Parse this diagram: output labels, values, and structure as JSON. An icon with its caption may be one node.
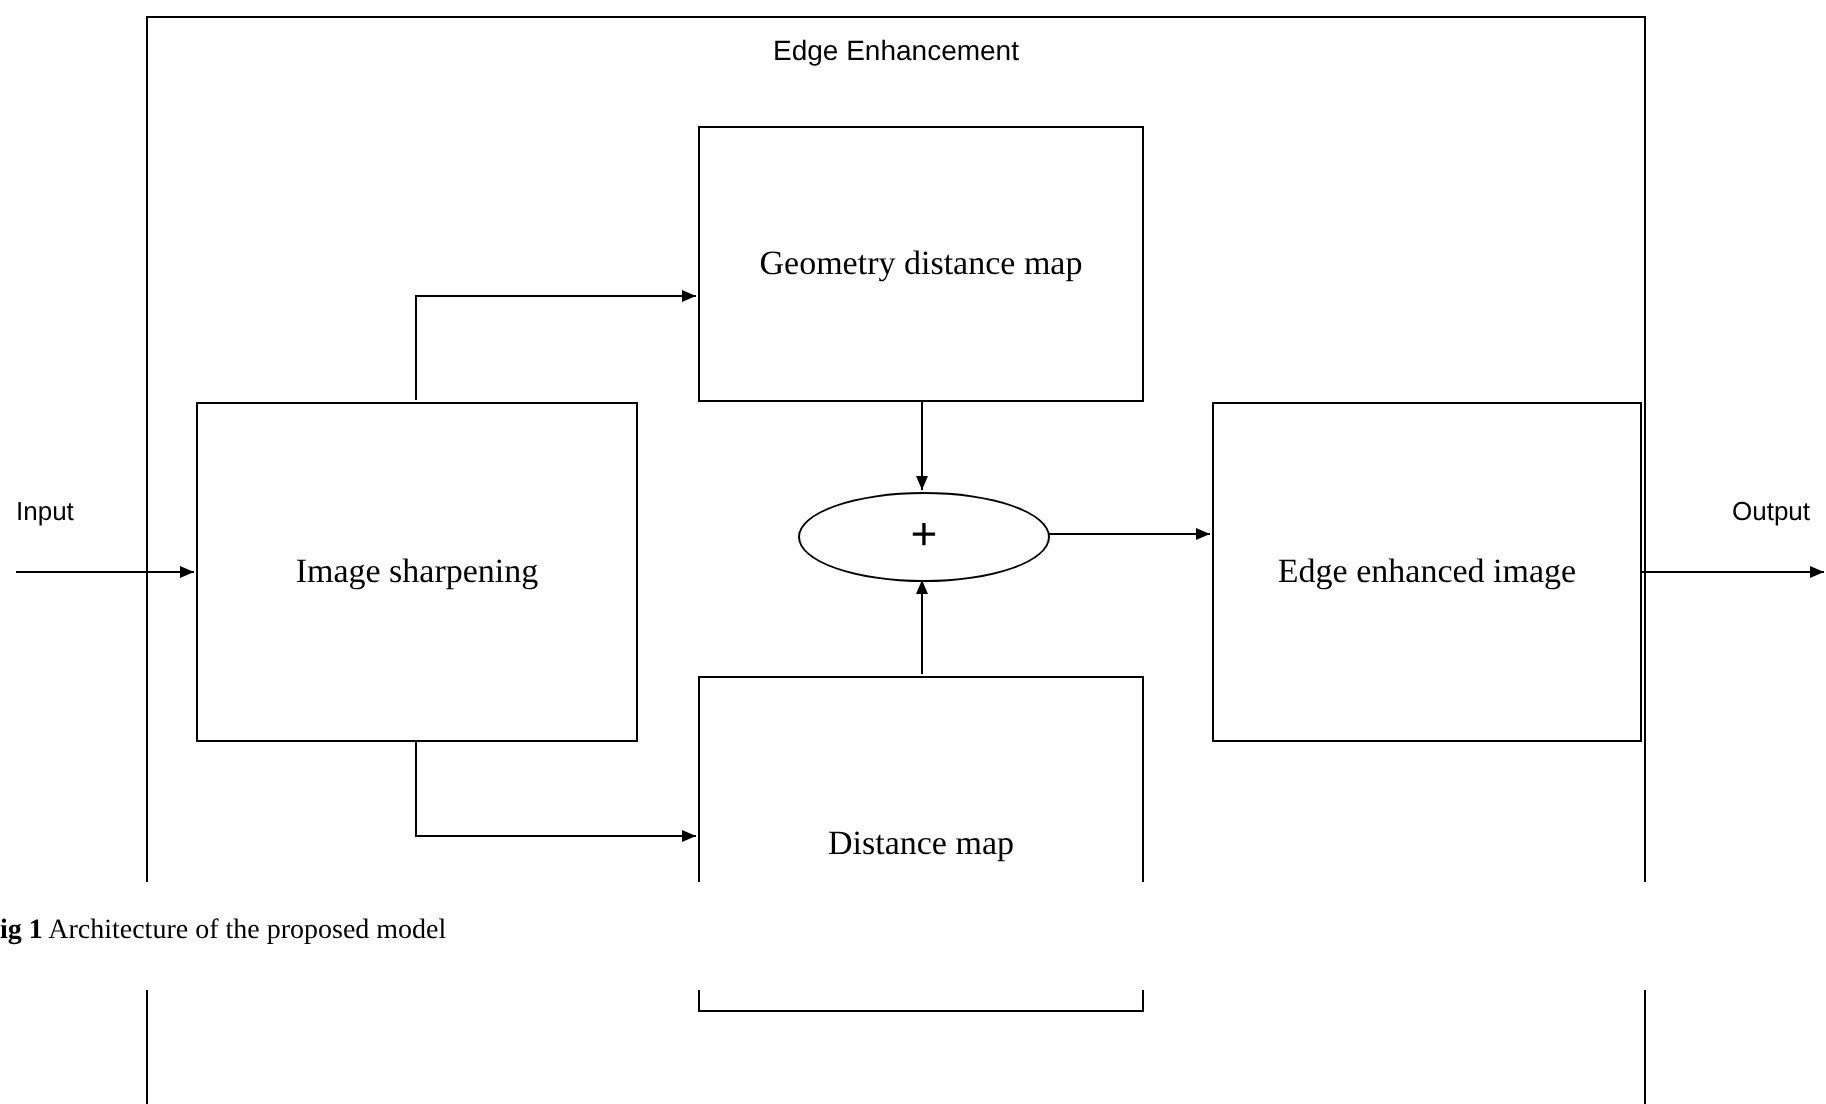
{
  "diagram": {
    "caption": "**ig 1** Architecture of the proposed model",
    "nodes": [
      {
        "text": [
          "Edge Enhancement"
        ]
      },
      {
        "text": [
          "Input"
        ]
      },
      {
        "text": [
          "Image sharpening"
        ],
        "in": 0
      },
      {
        "text": [
          "Geometry distance map"
        ],
        "in": 0
      },
      {
        "text": [
          "+"
        ],
        "in": 0
      },
      {
        "text": [
          "Distance map"
        ],
        "in": 0
      },
      {
        "text": [
          "Edge enhanced image"
        ],
        "in": 0
      },
      {
        "text": [
          "Output"
        ]
      }
    ],
    "edges": [
      {
        "from": 1,
        "to": 2,
        "arrow": "to"
      },
      {
        "from": 2,
        "to": 3,
        "arrow": "to"
      },
      {
        "from": 2,
        "to": 5,
        "arrow": "to"
      },
      {
        "from": 3,
        "to": 4,
        "arrow": "to"
      },
      {
        "from": 5,
        "to": 4,
        "arrow": "to"
      },
      {
        "from": 4,
        "to": 6,
        "arrow": "to"
      },
      {
        "from": 6,
        "to": 7,
        "arrow": "to"
      }
    ]
  }
}
